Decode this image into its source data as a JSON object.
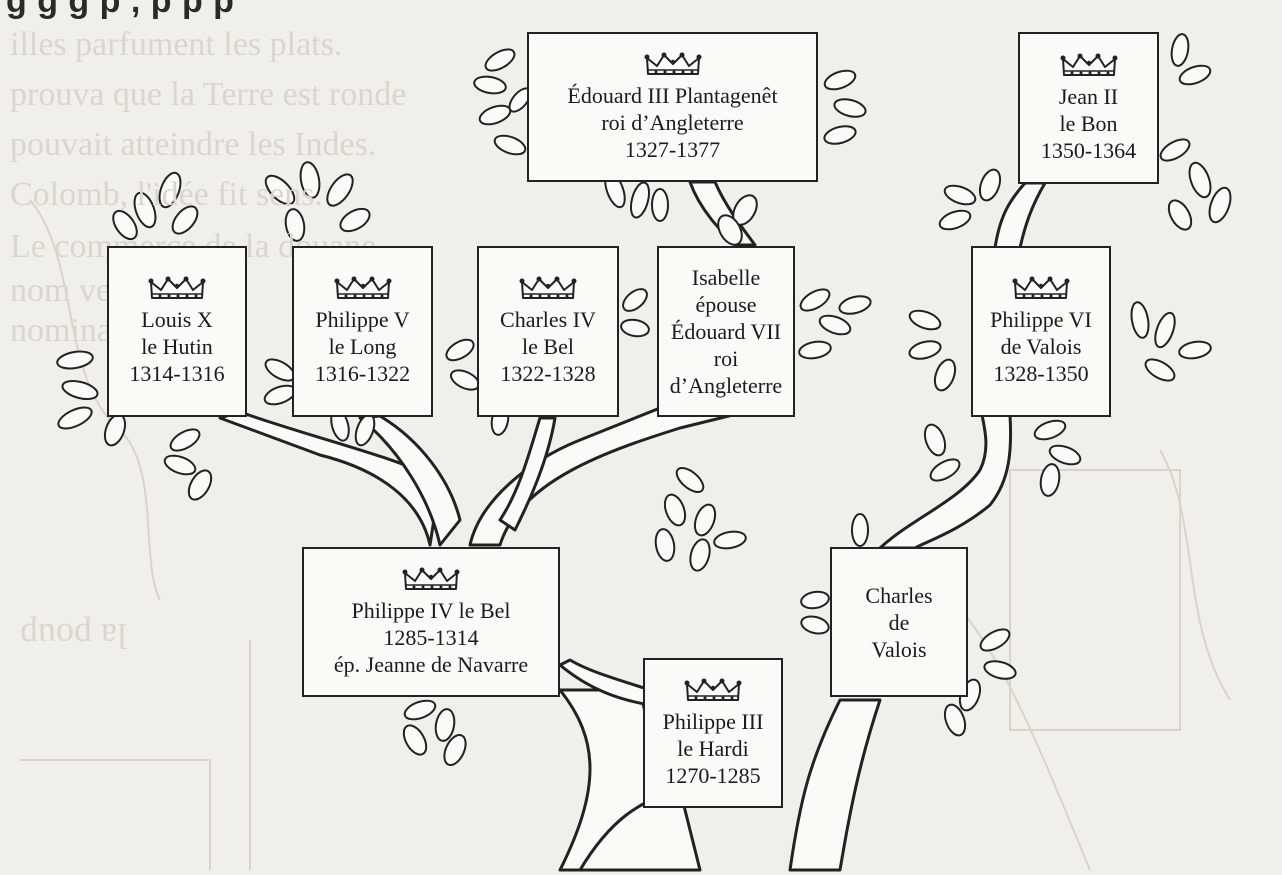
{
  "heading_fragment": "g         g     g p   , p       p   p",
  "background_text": {
    "ghost_lines": [
      "illes parfument les plats.",
      "prouva que la Terre est ronde",
      "pouvait atteindre les Indes.",
      "Colomb, l'idée fit sens.",
      "Le commerce de la douane",
      "nom vers",
      "nominal",
      "la poup"
    ]
  },
  "tree": {
    "nodes": [
      {
        "id": "edouard-iii",
        "lines": [
          "Édouard III Plantagenêt",
          "roi d’Angleterre",
          "1327-1377"
        ],
        "crown": true
      },
      {
        "id": "jean-ii",
        "lines": [
          "Jean II",
          "le Bon",
          "1350-1364"
        ],
        "crown": true
      },
      {
        "id": "louis-x",
        "lines": [
          "Louis X",
          "le Hutin",
          "1314-1316"
        ],
        "crown": true
      },
      {
        "id": "philippe-v",
        "lines": [
          "Philippe V",
          "le Long",
          "1316-1322"
        ],
        "crown": true
      },
      {
        "id": "charles-iv",
        "lines": [
          "Charles IV",
          "le Bel",
          "1322-1328"
        ],
        "crown": true
      },
      {
        "id": "isabelle",
        "lines": [
          "Isabelle",
          "épouse",
          "Édouard VII",
          "roi",
          "d’Angleterre"
        ],
        "crown": false
      },
      {
        "id": "philippe-vi",
        "lines": [
          "Philippe VI",
          "de Valois",
          "1328-1350"
        ],
        "crown": true
      },
      {
        "id": "philippe-iv",
        "lines": [
          "Philippe IV le Bel",
          "1285-1314",
          "ép. Jeanne de Navarre"
        ],
        "crown": true
      },
      {
        "id": "charles-de-valois",
        "lines": [
          "Charles",
          "de",
          "Valois"
        ],
        "crown": false
      },
      {
        "id": "philippe-iii",
        "lines": [
          "Philippe III",
          "le Hardi",
          "1270-1285"
        ],
        "crown": true
      }
    ]
  }
}
